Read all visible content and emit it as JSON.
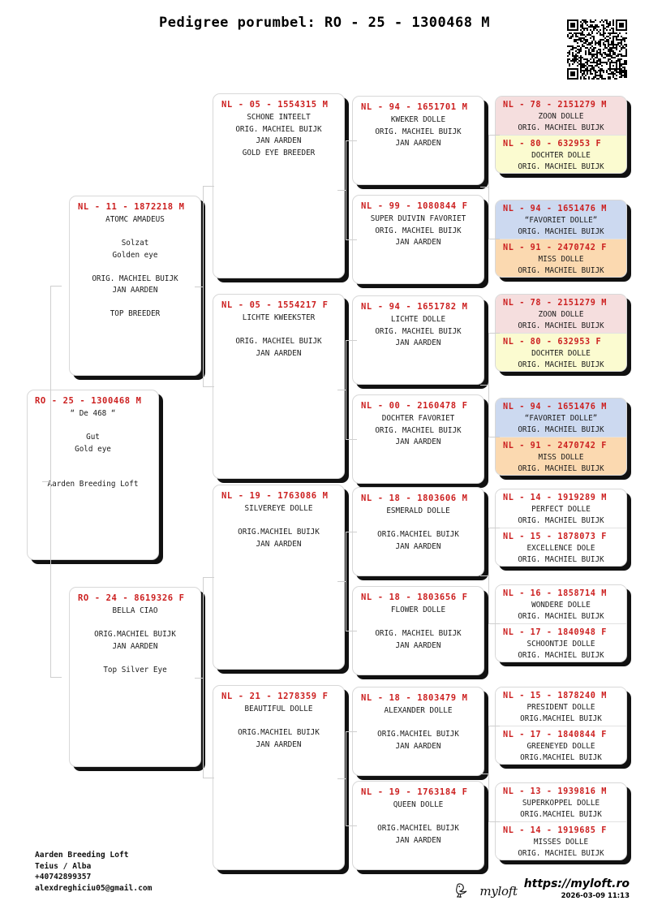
{
  "header": {
    "title": "Pedigree porumbel: RO - 25 - 1300468 M",
    "qr_code": "qr-code"
  },
  "footer": {
    "contact": "Aarden Breeding Loft\nTeius / Alba\n+40742899357\nalexdreghiciu05@gmail.com",
    "brand_name": "myloft",
    "brand_icon": "pigeon-icon",
    "brand_url": "https://myloft.ro",
    "timestamp": "2026-03-09 11:13"
  },
  "colors": {
    "ring_red": "#cc2020",
    "shadow": "#111111",
    "card_border": "#d8d8d8",
    "connector": "#cfcfcf",
    "pink": "#f5dede",
    "yellow": "#fbfbd0",
    "blue": "#ccd9f0",
    "orange": "#fbd9b0",
    "white": "#ffffff"
  },
  "generations": {
    "gen1": [
      {
        "ring": "RO - 25 - 1300468 M",
        "lines": "“ De 468 “\n\nGut\nGold eye\n\n\nAarden Breeding Loft",
        "bg": "#ffffff"
      }
    ],
    "gen2": [
      {
        "ring": "NL - 11 - 1872218 M",
        "lines": "ATOMC AMADEUS\n\nSolzat\nGolden eye\n\nORIG. MACHIEL BUIJK\nJAN AARDEN\n\nTOP BREEDER",
        "bg": "#ffffff"
      },
      {
        "ring": "RO - 24 - 8619326 F",
        "lines": "BELLA CIAO\n\nORIG.MACHIEL BUIJK\nJAN AARDEN\n\nTop Silver Eye",
        "bg": "#ffffff"
      }
    ],
    "gen3": [
      {
        "ring": "NL - 05 - 1554315 M",
        "lines": "SCHONE INTEELT\nORIG. MACHIEL BUIJK\nJAN AARDEN\nGOLD EYE BREEDER",
        "bg": "#ffffff"
      },
      {
        "ring": "NL - 05 - 1554217 F",
        "lines": "LICHTE KWEEKSTER\n\nORIG. MACHIEL BUIJK\nJAN AARDEN",
        "bg": "#ffffff"
      },
      {
        "ring": "NL - 19 - 1763086 M",
        "lines": "SILVEREYE DOLLE\n\nORIG.MACHIEL BUIJK\nJAN AARDEN",
        "bg": "#ffffff"
      },
      {
        "ring": "NL - 21 - 1278359 F",
        "lines": "BEAUTIFUL DOLLE\n\nORIG.MACHIEL BUIJK\nJAN AARDEN",
        "bg": "#ffffff"
      }
    ],
    "gen4": [
      {
        "ring": "NL - 94 - 1651701 M",
        "lines": "KWEKER DOLLE\nORIG. MACHIEL BUIJK\nJAN AARDEN",
        "bg": "#ffffff"
      },
      {
        "ring": "NL - 99 - 1080844 F",
        "lines": "SUPER DUIVIN FAVORIET\nORIG. MACHIEL BUIJK\nJAN AARDEN",
        "bg": "#ffffff"
      },
      {
        "ring": "NL - 94 - 1651782 M",
        "lines": "LICHTE DOLLE\nORIG. MACHIEL BUIJK\nJAN AARDEN",
        "bg": "#ffffff"
      },
      {
        "ring": "NL - 00 - 2160478 F",
        "lines": "DOCHTER FAVORIET\nORIG. MACHIEL BUIJK\nJAN AARDEN",
        "bg": "#ffffff"
      },
      {
        "ring": "NL - 18 - 1803606 M",
        "lines": "ESMERALD DOLLE\n\nORIG.MACHIEL BUIJK\nJAN AARDEN",
        "bg": "#ffffff"
      },
      {
        "ring": "NL - 18 - 1803656 F",
        "lines": "FLOWER DOLLE\n\nORIG. MACHIEL BUIJK\nJAN AARDEN",
        "bg": "#ffffff"
      },
      {
        "ring": "NL - 18 - 1803479 M",
        "lines": "ALEXANDER DOLLE\n\nORIG.MACHIEL BUIJK\nJAN AARDEN",
        "bg": "#ffffff"
      },
      {
        "ring": "NL - 19 - 1763184 F",
        "lines": "QUEEN DOLLE\n\nORIG.MACHIEL BUIJK\nJAN AARDEN",
        "bg": "#ffffff"
      }
    ],
    "gen5": [
      {
        "ring": "NL - 78 - 2151279 M",
        "lines": "ZOON DOLLE\nORIG. MACHIEL BUIJK",
        "bg": "#f5dede"
      },
      {
        "ring": "NL - 80 - 632953 F",
        "lines": "DOCHTER DOLLE\nORIG. MACHIEL BUIJK",
        "bg": "#fbfbd0"
      },
      {
        "ring": "NL - 94 - 1651476 M",
        "lines": "“FAVORIET DOLLE”\nORIG. MACHIEL BUIJK",
        "bg": "#ccd9f0"
      },
      {
        "ring": "NL - 91 - 2470742 F",
        "lines": "MISS DOLLE\nORIG. MACHIEL BUIJK",
        "bg": "#fbd9b0"
      },
      {
        "ring": "NL - 78 - 2151279 M",
        "lines": "ZOON DOLLE\nORIG. MACHIEL BUIJK",
        "bg": "#f5dede"
      },
      {
        "ring": "NL - 80 - 632953 F",
        "lines": "DOCHTER DOLLE\nORIG. MACHIEL BUIJK",
        "bg": "#fbfbd0"
      },
      {
        "ring": "NL - 94 - 1651476 M",
        "lines": "“FAVORIET DOLLE”\nORIG. MACHIEL BUIJK",
        "bg": "#ccd9f0"
      },
      {
        "ring": "NL - 91 - 2470742 F",
        "lines": "MISS DOLLE\nORIG. MACHIEL BUIJK",
        "bg": "#fbd9b0"
      },
      {
        "ring": "NL - 14 - 1919289 M",
        "lines": "PERFECT DOLLE\nORIG. MACHIEL BUIJK",
        "bg": "#ffffff"
      },
      {
        "ring": "NL - 15 - 1878073 F",
        "lines": "EXCELLENCE DOLE\nORIG. MACHIEL BUIJK",
        "bg": "#ffffff"
      },
      {
        "ring": "NL - 16 - 1858714 M",
        "lines": "WONDERE DOLLE\nORIG. MACHIEL BUIJK",
        "bg": "#ffffff"
      },
      {
        "ring": "NL - 17 - 1840948 F",
        "lines": "SCHOONTJE DOLLE\nORIG. MACHIEL BUIJK",
        "bg": "#ffffff"
      },
      {
        "ring": "NL - 15 - 1878240 M",
        "lines": "PRESIDENT DOLLE\nORIG.MACHIEL BUIJK",
        "bg": "#ffffff"
      },
      {
        "ring": "NL - 17 - 1840844 F",
        "lines": "GREENEYED DOLLE\nORIG.MACHIEL BUIJK",
        "bg": "#ffffff"
      },
      {
        "ring": "NL - 13 - 1939816 M",
        "lines": "SUPERKOPPEL DOLLE\nORIG.MACHIEL BUIJK",
        "bg": "#ffffff"
      },
      {
        "ring": "NL - 14 - 1919685 F",
        "lines": "MISSES DOLLE\nORIG. MACHIEL BUIJK",
        "bg": "#ffffff"
      }
    ]
  }
}
